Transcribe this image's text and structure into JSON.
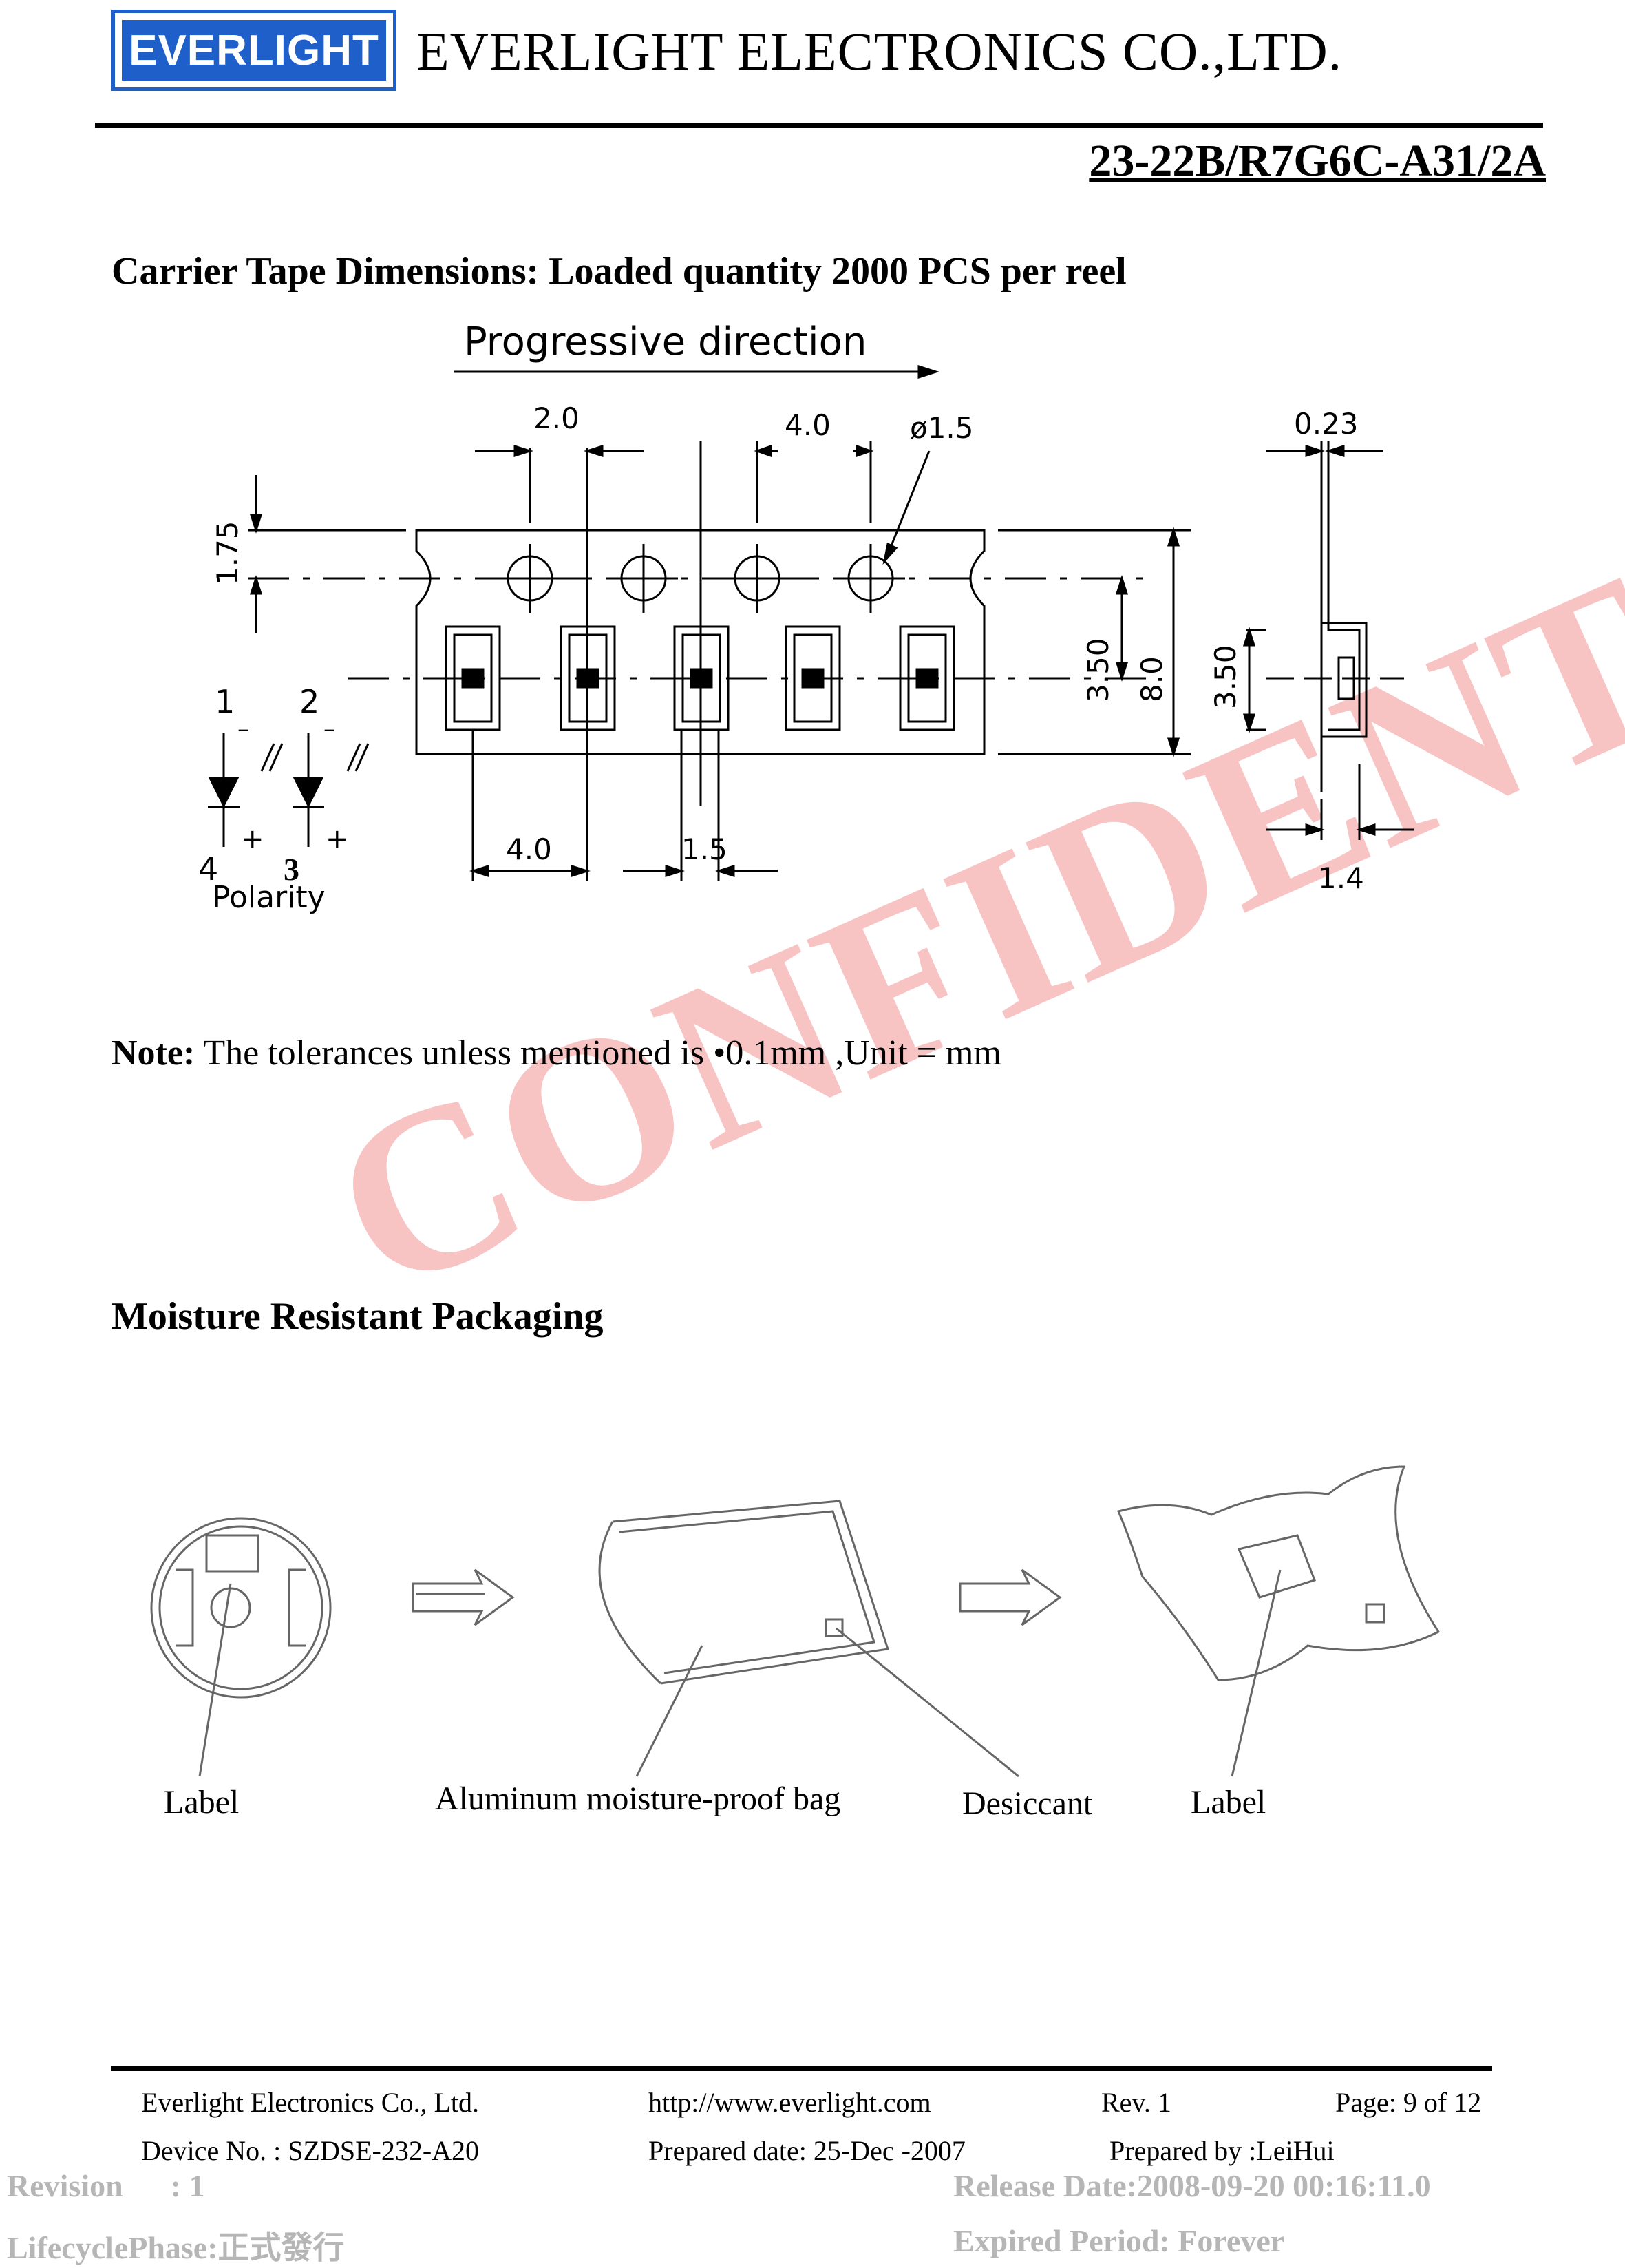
{
  "header": {
    "logo_text": "EVERLIGHT",
    "company": "EVERLIGHT ELECTRONICS CO.,LTD.",
    "part_number": "23-22B/R7G6C-A31/2A"
  },
  "carrier": {
    "title": "Carrier Tape Dimensions: Loaded quantity 2000 PCS per reel",
    "direction": "Progressive  direction",
    "dims": {
      "pitch_hole_offset": "2.0",
      "pitch_hole": "4.0",
      "hole_dia": "ø1.5",
      "edge_to_hole": "1.75",
      "hole_to_center": "3.50",
      "tape_width": "8.0",
      "thickness": "0.23",
      "pocket_depth_center": "3.50",
      "pocket_depth": "1.4",
      "pocket_pitch": "4.0",
      "pocket_hole": "1.5"
    },
    "polarity": {
      "pin1": "1",
      "pin2": "2",
      "pin3": "3",
      "pin4": "4",
      "plus1": "+",
      "plus2": "+",
      "minus1": "–",
      "minus2": "–",
      "label": "Polarity"
    }
  },
  "note": {
    "bold": "Note:",
    "text": " The tolerances unless mentioned is  •0.1mm ,Unit = mm"
  },
  "watermark": "CONFIDENTIAL",
  "moisture": {
    "title": "Moisture Resistant Packaging",
    "labels": {
      "label1": "Label",
      "bag": "Aluminum  moisture-proof  bag",
      "desiccant": "Desiccant",
      "label2": "Label"
    }
  },
  "footer": {
    "company": "Everlight Electronics Co., Ltd.",
    "url": "http://www.everlight.com",
    "rev": "Rev. 1",
    "page": "Page: 9 of 12",
    "device": "Device No. : SZDSE-232-A20",
    "prepared_date": "Prepared date: 25-Dec -2007",
    "prepared_by": "Prepared by :LeiHui"
  },
  "system": {
    "revision": "Revision      : 1",
    "release": "Release Date:2008-09-20 00:16:11.0",
    "lifecycle": "LifecyclePhase:正式發行",
    "expired": "Expired Period: Forever"
  }
}
